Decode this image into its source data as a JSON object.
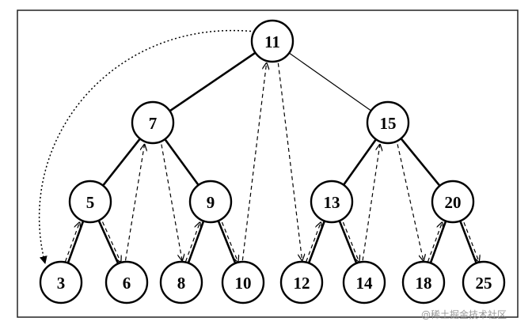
{
  "diagram": {
    "root": "11",
    "nodes": [
      {
        "id": "n11",
        "label": "11"
      },
      {
        "id": "n7",
        "label": "7"
      },
      {
        "id": "n15",
        "label": "15"
      },
      {
        "id": "n5",
        "label": "5"
      },
      {
        "id": "n9",
        "label": "9"
      },
      {
        "id": "n13",
        "label": "13"
      },
      {
        "id": "n20",
        "label": "20"
      },
      {
        "id": "n3",
        "label": "3"
      },
      {
        "id": "n6",
        "label": "6"
      },
      {
        "id": "n8",
        "label": "8"
      },
      {
        "id": "n10",
        "label": "10"
      },
      {
        "id": "n12",
        "label": "12"
      },
      {
        "id": "n14",
        "label": "14"
      },
      {
        "id": "n18",
        "label": "18"
      },
      {
        "id": "n25",
        "label": "25"
      }
    ],
    "tree_edges": [
      [
        "n11",
        "n7"
      ],
      [
        "n11",
        "n15"
      ],
      [
        "n7",
        "n5"
      ],
      [
        "n7",
        "n9"
      ],
      [
        "n15",
        "n13"
      ],
      [
        "n15",
        "n20"
      ],
      [
        "n5",
        "n3"
      ],
      [
        "n5",
        "n6"
      ],
      [
        "n9",
        "n8"
      ],
      [
        "n9",
        "n10"
      ],
      [
        "n13",
        "n12"
      ],
      [
        "n13",
        "n14"
      ],
      [
        "n20",
        "n18"
      ],
      [
        "n20",
        "n25"
      ]
    ],
    "traversal_arrows": [
      [
        "n11",
        "n3"
      ],
      [
        "n3",
        "n5"
      ],
      [
        "n5",
        "n6"
      ],
      [
        "n6",
        "n7"
      ],
      [
        "n7",
        "n8"
      ],
      [
        "n8",
        "n9"
      ],
      [
        "n9",
        "n10"
      ],
      [
        "n10",
        "n11"
      ],
      [
        "n11",
        "n12"
      ],
      [
        "n12",
        "n13"
      ],
      [
        "n13",
        "n14"
      ],
      [
        "n14",
        "n15"
      ],
      [
        "n15",
        "n18"
      ],
      [
        "n18",
        "n20"
      ],
      [
        "n20",
        "n25"
      ]
    ]
  },
  "watermark": "@稀土掘金技术社区",
  "colors": {
    "stroke": "#000000",
    "background": "#ffffff",
    "watermark": "#9a9a9a"
  }
}
